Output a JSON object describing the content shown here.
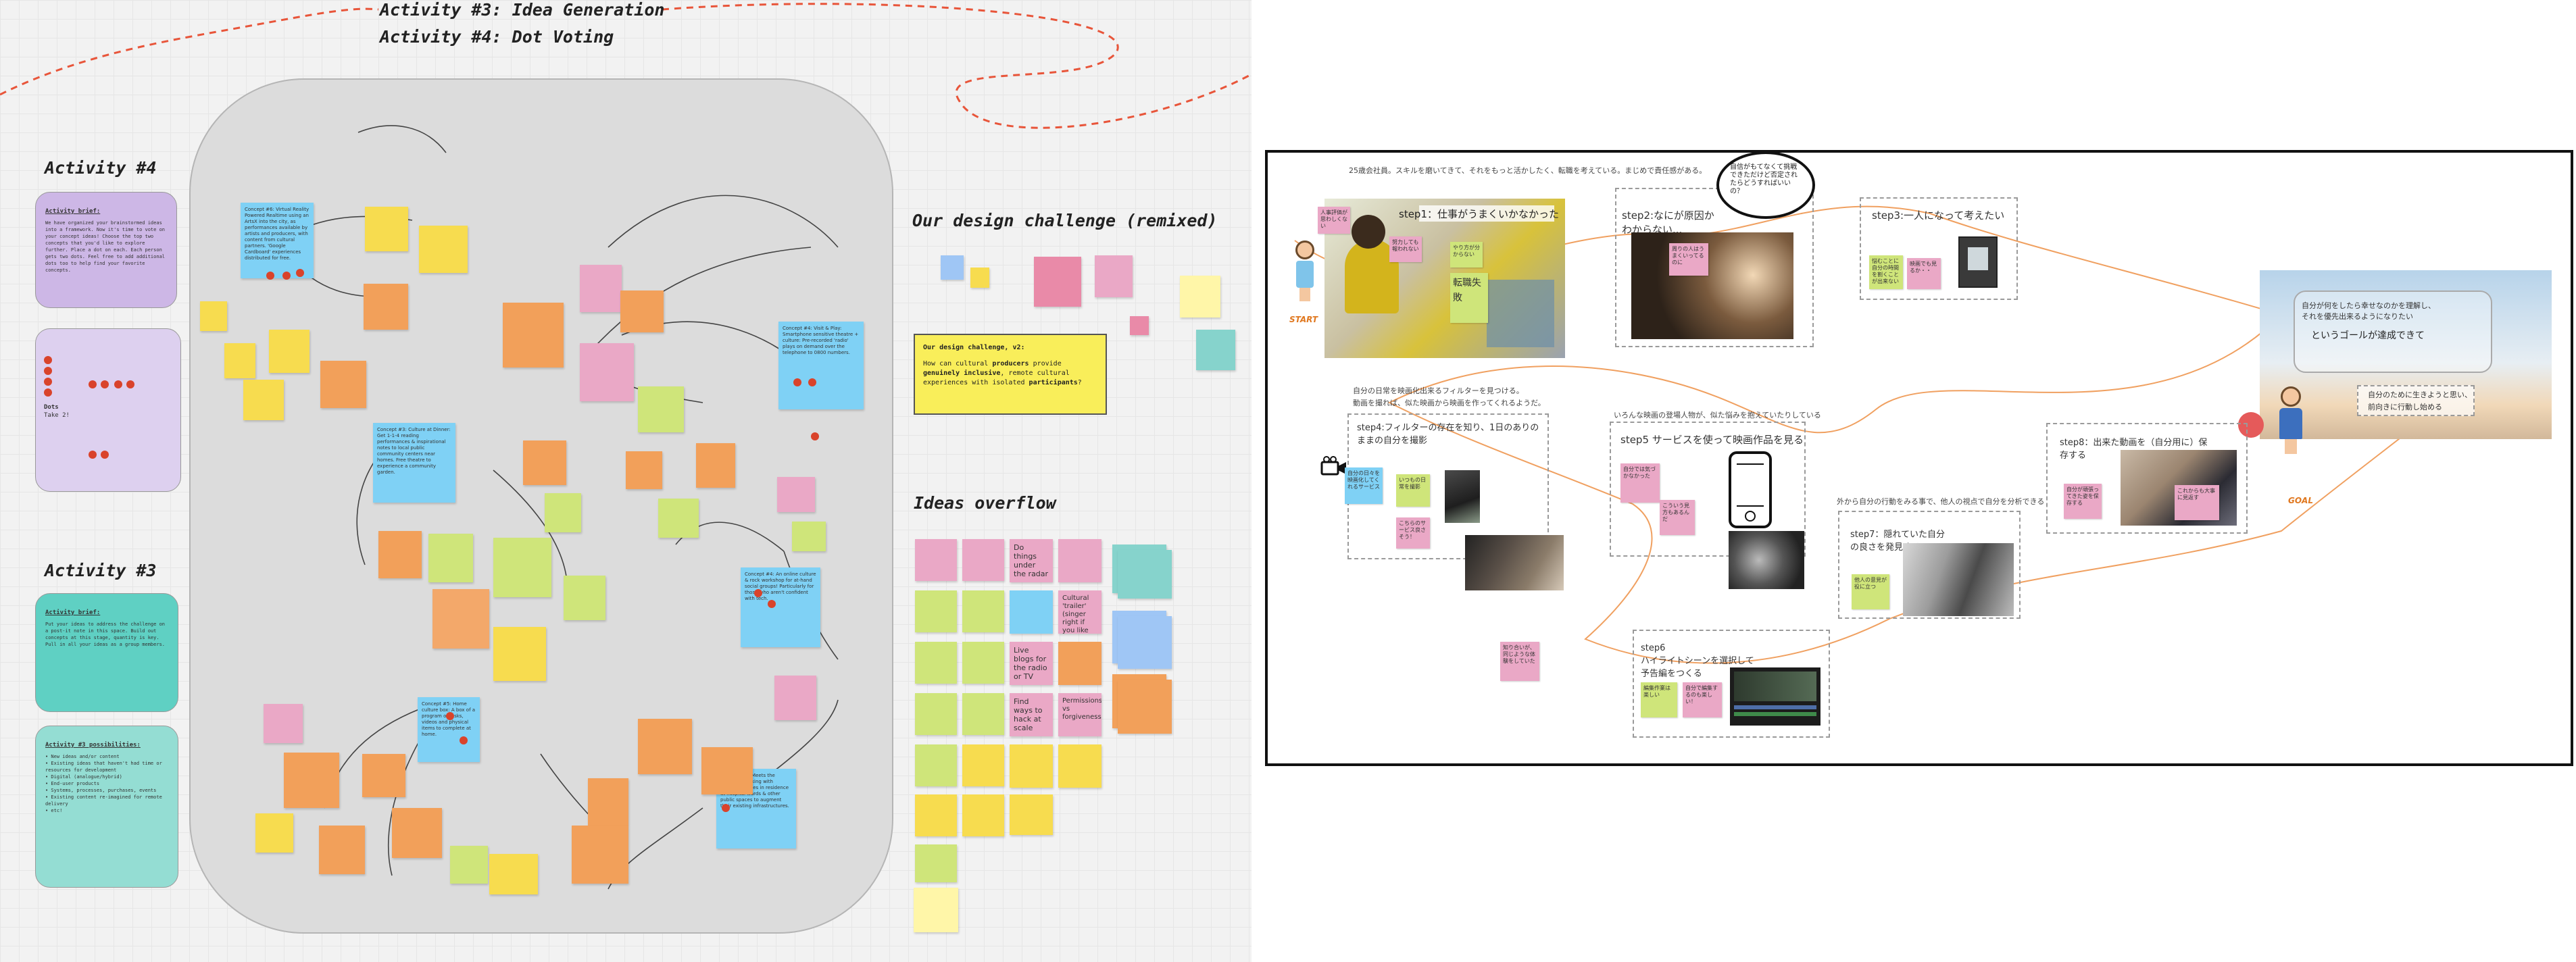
{
  "board": {
    "activity3_generation": "Activity #3: Idea Generation",
    "activity4_voting": "Activity #4: Dot Voting",
    "activity4_heading": "Activity #4",
    "activity3_heading": "Activity #3",
    "design_challenge_heading": "Our design challenge (remixed)",
    "ideas_overflow_heading": "Ideas overflow",
    "activity4_card": {
      "title": "Activity brief:",
      "body": "We have organized your brainstormed ideas into a framework. Now it's time to vote on your concept ideas! Choose the top two concepts that you'd like to explore further. Place a dot on each. Each person gets two dots. Feel free to add additional dots too to help find your favorite concepts."
    },
    "dots_card": {
      "label": "Dots",
      "sublabel": "Take 2!"
    },
    "activity3_card": {
      "title": "Activity brief:",
      "body": "Put your ideas to address the challenge on a post-it note in this space. Build out concepts at this stage, quantity is key. Pull in all your ideas as a group members."
    },
    "activity3_possibilities": {
      "title": "Activity #3 possibilities:",
      "items": [
        "• New ideas and/or content",
        "• Existing ideas that haven't had time or resources for development",
        "• Digital (analogue/hybrid)",
        "• End-user products",
        "• Systems, processes, purchases, events",
        "• Existing content re-imagined for remote delivery",
        "• etc!"
      ]
    },
    "challenge_box": {
      "label": "Our design challenge, v2:",
      "line1": "How can cultural",
      "bold1": "producers",
      "line2": "provide",
      "bold2": "genuinely inclusive",
      "line3": ", remote cultural experiences with isolated",
      "bold3": "participants",
      "line4": "?"
    },
    "concept_notes": [
      "Concept #6: Virtual Reality Powered Realtime using an ArtsX into the city, as performances available by artists and producers, with content from cultural partners. 'Google Cardboard' experiences distributed for free.",
      "Concept #4: Visit & Play: Smartphone sensitive theatre + culture: Pre-recorded 'radio' plays on demand over the telephone to 0800 numbers.",
      "Concept #3: Culture at Dinner: Get 1-1-4 reading performances & inspirational notes to local public community centers near homes. Free theatre to experience a community garden.",
      "Concept #4: An online culture & rock workshop for at-hand social groups! Particularly for those who aren't confident with tech.",
      "Concept #5: Home culture box: A box of a program of tasks, videos and physical items to complete at home.",
      "Concept #6: Meets the Isolated: Working with artists/creatives in residence at hospital wards & other public spaces to augment their existing infrastructures."
    ],
    "overflow_notes": [
      "Do things under the radar",
      "Cultural 'trailer' (singer right if you like it)",
      "Live blogs for the radio or TV",
      "Find ways to hack at scale",
      "Permissions vs forgiveness"
    ]
  },
  "journey": {
    "start_label": "START",
    "goal_label": "GOAL",
    "step1": {
      "title": "step1：仕事がうまくいかなかった",
      "caption": "25歳会社員。スキルを磨いてきて、それをもっと活かしたく、転職を考えている。まじめで責任感がある。"
    },
    "step2": {
      "title": "step2:なにが原因かわからない...",
      "bubble": "自信がもてなくて挑戦できただけど否定されたらどうすればいいの？",
      "note": "周りの人はうまくいってるのに"
    },
    "step3": {
      "title": "step3:一人になって考えたい",
      "note_a": "悩むことに自分の時間を割くことが出来ない",
      "note_b": "映画でも見るか・・"
    },
    "step4": {
      "title": "step4:フィルターの存在を知り、1日のありのままの自分を撮影",
      "caption1": "自分の日常を映画化出来るフィルターを見つける。",
      "caption2": "動画を撮れば、似た映画から映画を作ってくれるようだ。",
      "note_a": "自分の日々を映画化してくれるサービス",
      "note_b": "いつもの日常を撮影",
      "note_c": "こちらのサービス良さそう！"
    },
    "step5": {
      "title": "step5 サービスを使って映画作品を見る",
      "caption": "いろんな映画の登場人物が、似た悩みを抱えていたりしている",
      "note_a": "自分では気づかなかった",
      "note_b": "こういう見方もあるんだ"
    },
    "step6": {
      "title": "step6\nハイライトシーンを選択して予告編をつくる",
      "note_a": "編集作業は楽しい",
      "note_b": "自分で編集するのも楽しい！"
    },
    "step7": {
      "title": "step7：隠れていた自分の良さを発見する",
      "caption": "外から自分の行動をみる事で、他人の視点で自分を分析できる",
      "note": "他人の意見が役に立つ"
    },
    "step8": {
      "title": "step8：出来た動画を（自分用に）保存する",
      "note_a": "自分が頑張ってきた姿を保存する",
      "note_b": "これからも大事に見返す"
    },
    "side_note": "知り合いが、同じような体験をしていた",
    "goal_panel": {
      "line1": "自分が何をしたら幸せなのかを理解し、",
      "line2": "それを優先出来るようになりたい",
      "line3": "というゴールが達成できて",
      "line4": "自分のために生きようと思い、",
      "line5": "前向きに行動し始める"
    },
    "step1_inner_notes": [
      "人事評価が思わしくない",
      "努力しても報われない",
      "やり方が分からない",
      "転職失敗"
    ]
  },
  "colors": {
    "accent_red": "#d9432b",
    "dashed_line": "#e8553a",
    "journey_line": "#f0a060"
  }
}
